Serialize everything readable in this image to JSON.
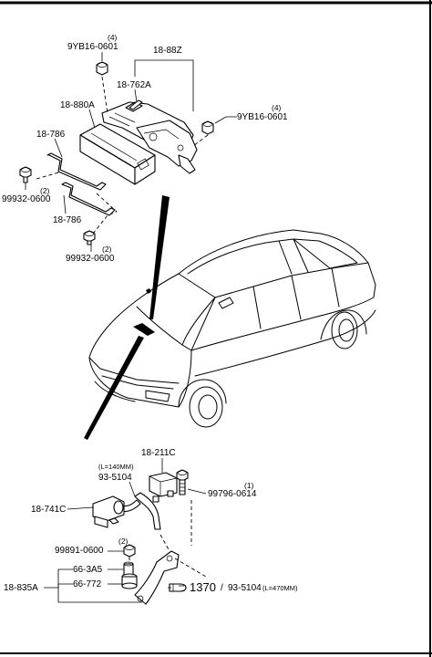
{
  "labels": {
    "nut_top_left_qty": "(4)",
    "nut_top_left": "9YB16-0601",
    "bracket_assy": "18-88Z",
    "bracket": "18-762A",
    "nut_top_right_qty": "(4)",
    "nut_top_right": "9YB16-0601",
    "control_unit": "18-880A",
    "strap_upper": "18-786",
    "bolt_left_qty": "(2)",
    "bolt_left": "99932-0600",
    "strap_lower": "18-786",
    "bolt_bottom_qty": "(2)",
    "bolt_bottom": "99932-0600",
    "sensor": "18-211C",
    "hose_length": "(L=140MM)",
    "hose": "93-5104",
    "bolt_sensor_qty": "(1)",
    "bolt_sensor": "99796-0614",
    "solenoid": "18-741C",
    "bolt_lower_qty": "(2)",
    "bolt_lower": "99891-0600",
    "clip": "66-3A5",
    "grommet": "66-772",
    "bracket_lower": "18-835A",
    "ref_number": "1370",
    "ref_separator": "/",
    "ref_hose": "93-5104",
    "ref_hose_length": "(L=470MM)"
  },
  "icons": {
    "reference_pointer": "pointing-hand-icon"
  }
}
